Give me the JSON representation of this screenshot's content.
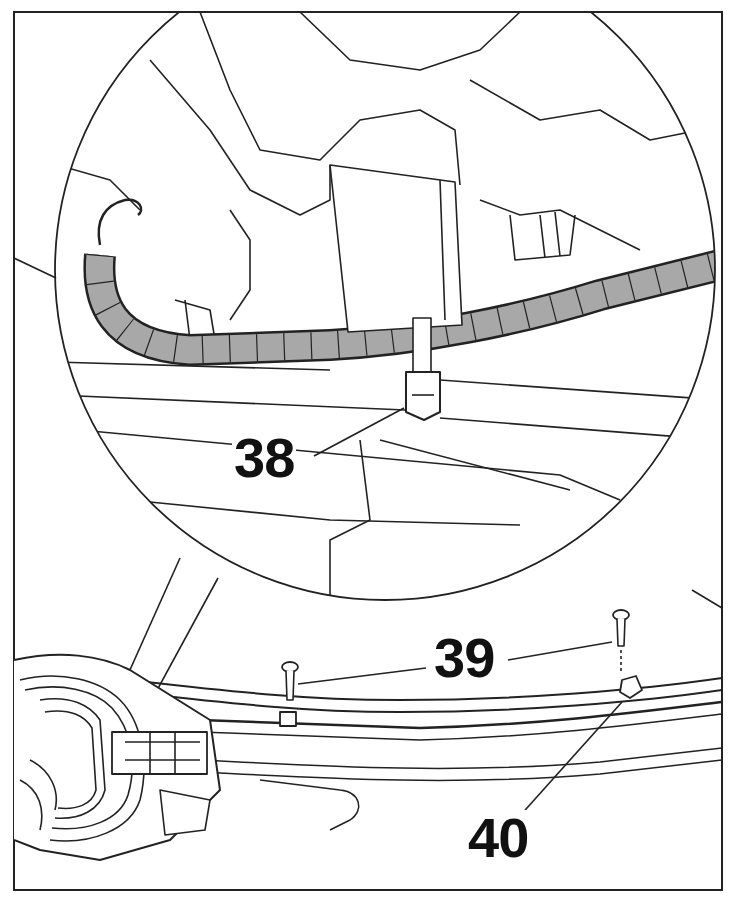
{
  "diagram": {
    "labels": [
      "38",
      "39",
      "40"
    ]
  }
}
